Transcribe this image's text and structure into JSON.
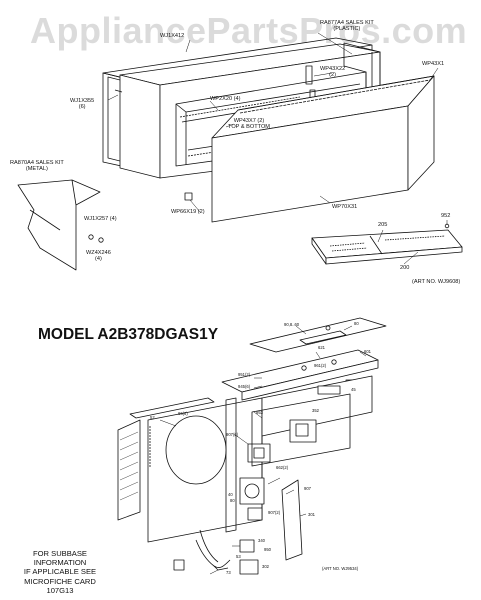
{
  "watermark": "AppliancePartsPros.com",
  "upper_assembly": {
    "labels": {
      "sales_kit_plastic": [
        "RA877A4 SALES KIT",
        "(PLASTIC)"
      ],
      "wj1x412": "WJ1X412",
      "wp43x1": "WP43X1",
      "wp43x22": [
        "WP43X22",
        "(2)"
      ],
      "wj1x355": [
        "WJ1X355",
        "(6)"
      ],
      "wp2x20": "WP2X20 (4)",
      "wp43x7": [
        "WP43X7 (2)",
        "TOP & BOTTOM"
      ],
      "sales_kit_metal": [
        "RA870A4 SALES KIT",
        "(METAL)"
      ],
      "wj1x257": "WJ1X257 (4)",
      "wz4x246": [
        "WZ4X246",
        "(4)"
      ],
      "wp66x19": "WP66X19 (2)",
      "wp70x31": "WP70X31",
      "ref_205": "205",
      "ref_952": "952",
      "ref_200": "200",
      "art_no": "(ART NO. WJ9608)"
    }
  },
  "model_title": "MODEL A2B378DGAS1Y",
  "lower_assembly": {
    "labels": {
      "top_a": "90,8..60",
      "top_b": "80",
      "l_621": "621",
      "l_601": "601",
      "l_951": "951(2)",
      "l_961": "961(2)",
      "l_945": "945(6)",
      "l_45": "45",
      "l_52": "52",
      "l_66": "66(6)",
      "l_953": "953",
      "l_352": "352",
      "l_907": "907(2)",
      "l_662": "662(2)",
      "l_40": "40",
      "l_907b": "907",
      "l_301": "301",
      "l_80": "80",
      "l_907c": "907(2)",
      "l_340": "340",
      "l_950": "950",
      "l_53": "53",
      "l_73": "73",
      "l_302": "302",
      "art_no": "(ART NO. WJ9534)"
    }
  },
  "subbase_note": [
    "FOR SUBBASE INFORMATION",
    "IF APPLICABLE SEE",
    "MICROFICHE CARD",
    "107G13"
  ]
}
